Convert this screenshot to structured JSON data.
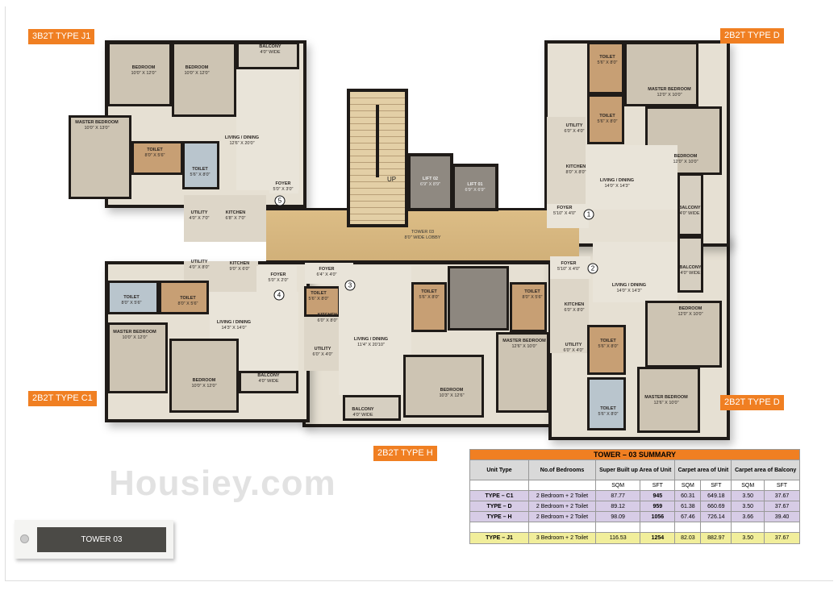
{
  "badges": {
    "j1": "3B2T TYPE J1",
    "d_top": "2B2T TYPE D",
    "c1": "2B2T TYPE C1",
    "d_bottom": "2B2T TYPE D",
    "h": "2B2T TYPE H"
  },
  "core": {
    "lobby_title": "TOWER 03",
    "lobby_sub": "8'0\" WIDE LOBBY",
    "stair_label": "UP",
    "lifts": [
      {
        "name": "LIFT 02",
        "dims": "6'9\" X 8'9\""
      },
      {
        "name": "LIFT 01",
        "dims": "6'9\" X 6'9\""
      }
    ]
  },
  "units": [
    {
      "marker": "5",
      "rooms": [
        {
          "name": "BEDROOM",
          "dims": "10'0\" X 12'0\""
        },
        {
          "name": "BEDROOM",
          "dims": "10'0\" X 12'0\""
        },
        {
          "name": "BALCONY",
          "dims": "4'0\" WIDE"
        },
        {
          "name": "LIVING / DINING",
          "dims": "12'6\" X 20'0\""
        },
        {
          "name": "MASTER BEDROOM",
          "dims": "10'0\" X 13'0\""
        },
        {
          "name": "TOILET",
          "dims": "8'0\" X 5'6\""
        },
        {
          "name": "TOILET",
          "dims": "5'6\" X 8'0\""
        },
        {
          "name": "FOYER",
          "dims": "5'0\" X 3'0\""
        },
        {
          "name": "UTILITY",
          "dims": "4'0\" X 7'0\""
        },
        {
          "name": "KITCHEN",
          "dims": "6'8\" X 7'0\""
        }
      ]
    },
    {
      "marker": "1",
      "rooms": [
        {
          "name": "TOILET",
          "dims": "5'6\" X 8'0\""
        },
        {
          "name": "MASTER BEDROOM",
          "dims": "12'0\" X 10'0\""
        },
        {
          "name": "TOILET",
          "dims": "5'6\" X 8'0\""
        },
        {
          "name": "UTILITY",
          "dims": "6'0\" X 4'0\""
        },
        {
          "name": "BEDROOM",
          "dims": "12'0\" X 10'0\""
        },
        {
          "name": "KITCHEN",
          "dims": "8'0\" X 8'0\""
        },
        {
          "name": "LIVING / DINING",
          "dims": "14'0\" X 14'3\""
        },
        {
          "name": "BALCONY",
          "dims": "4'0\" WIDE"
        },
        {
          "name": "FOYER",
          "dims": "5'10\" X 4'0\""
        }
      ]
    },
    {
      "marker": "2",
      "rooms": [
        {
          "name": "FOYER",
          "dims": "5'10\" X 4'0\""
        },
        {
          "name": "LIVING / DINING",
          "dims": "14'0\" X 14'3\""
        },
        {
          "name": "BALCONY",
          "dims": "4'0\" WIDE"
        },
        {
          "name": "KITCHEN",
          "dims": "6'0\" X 8'0\""
        },
        {
          "name": "BEDROOM",
          "dims": "12'0\" X 10'0\""
        },
        {
          "name": "UTILITY",
          "dims": "6'0\" X 4'0\""
        },
        {
          "name": "TOILET",
          "dims": "5'6\" X 8'0\""
        },
        {
          "name": "TOILET",
          "dims": "5'6\" X 8'0\""
        },
        {
          "name": "MASTER BEDROOM",
          "dims": "12'6\" X 10'0\""
        }
      ]
    },
    {
      "marker": "4",
      "rooms": [
        {
          "name": "UTILITY",
          "dims": "4'0\" X 8'0\""
        },
        {
          "name": "KITCHEN",
          "dims": "9'0\" X 6'0\""
        },
        {
          "name": "FOYER",
          "dims": "5'0\" X 2'0\""
        },
        {
          "name": "TOILET",
          "dims": "8'0\" X 5'6\""
        },
        {
          "name": "TOILET",
          "dims": "8'0\" X 5'6\""
        },
        {
          "name": "LIVING / DINING",
          "dims": "14'3\" X 14'0\""
        },
        {
          "name": "MASTER BEDROOM",
          "dims": "10'0\" X 12'0\""
        },
        {
          "name": "BEDROOM",
          "dims": "10'0\" X 12'0\""
        },
        {
          "name": "BALCONY",
          "dims": "4'0\" WIDE"
        }
      ]
    },
    {
      "marker": "3",
      "rooms": [
        {
          "name": "FOYER",
          "dims": "6'4\" X 4'0\""
        },
        {
          "name": "TOILET",
          "dims": "5'6\" X 8'0\""
        },
        {
          "name": "KITCHEN",
          "dims": "6'0\" X 8'0\""
        },
        {
          "name": "UTILITY",
          "dims": "6'0\" X 4'0\""
        },
        {
          "name": "LIVING / DINING",
          "dims": "11'4\" X 20'10\""
        },
        {
          "name": "TOILET",
          "dims": "5'6\" X 8'0\""
        },
        {
          "name": "TOILET",
          "dims": "8'0\" X 5'6\""
        },
        {
          "name": "MASTER BEDROOM",
          "dims": "12'6\" X 10'0\""
        },
        {
          "name": "BEDROOM",
          "dims": "10'3\" X 12'6\""
        },
        {
          "name": "BALCONY",
          "dims": "4'0\" WIDE"
        }
      ]
    }
  ],
  "watermark": "Housiey.com",
  "summary": {
    "title": "TOWER – 03 SUMMARY",
    "headers": [
      "Unit Type",
      "No.of Bedrooms",
      "Super Built up Area of Unit",
      "Carpet area of Unit",
      "Carpet area of Balcony"
    ],
    "subheaders": [
      "SQM",
      "SFT",
      "SQM",
      "SFT",
      "SQM",
      "SFT"
    ],
    "rows": [
      [
        "TYPE – C1",
        "2 Bedroom + 2 Toilet",
        "87.77",
        "945",
        "60.31",
        "649.18",
        "3.50",
        "37.67"
      ],
      [
        "TYPE – D",
        "2 Bedroom + 2 Toilet",
        "89.12",
        "959",
        "61.38",
        "660.69",
        "3.50",
        "37.67"
      ],
      [
        "TYPE – H",
        "2 Bedroom + 2 Toilet",
        "98.09",
        "1056",
        "67.46",
        "726.14",
        "3.66",
        "39.40"
      ],
      [
        "TYPE – J1",
        "3 Bedroom + 2 Toilet",
        "116.53",
        "1254",
        "82.03",
        "882.97",
        "3.50",
        "37.67"
      ]
    ],
    "colors": {
      "title": "#f07f22",
      "rows": "#d7cce6",
      "highlight": "#f1ee9b"
    }
  },
  "tag": {
    "label": "TOWER 03"
  }
}
